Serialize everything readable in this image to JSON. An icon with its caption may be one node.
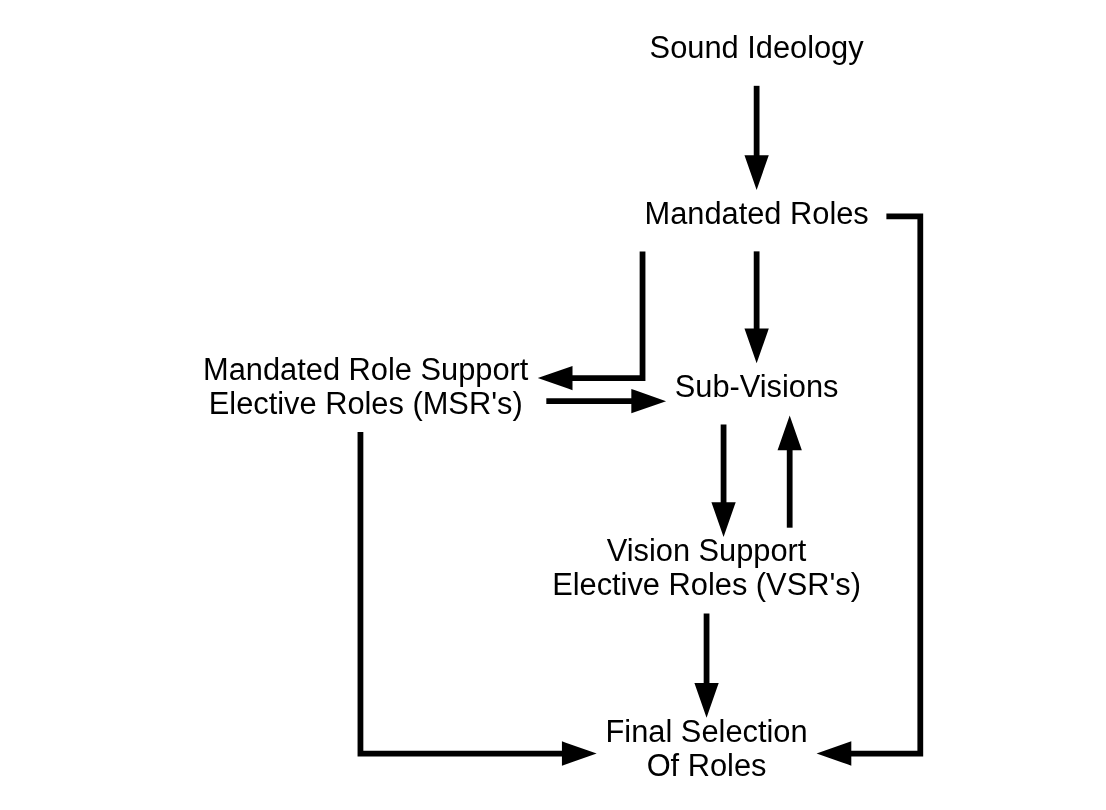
{
  "diagram": {
    "nodes": [
      {
        "text": [
          "Sound Ideology"
        ]
      },
      {
        "text": [
          "Mandated Roles"
        ]
      },
      {
        "text": [
          "Mandated Role Support Elective Roles (MSR's)"
        ]
      },
      {
        "text": [
          "Sub-Visions"
        ]
      },
      {
        "text": [
          "Vision Support Elective Roles (VSR's)"
        ]
      },
      {
        "text": [
          "Final Selection Of Roles"
        ]
      }
    ],
    "edges": [
      {
        "from": 0,
        "to": 1,
        "arrow": "to"
      },
      {
        "from": 1,
        "to": 5,
        "arrow": "to"
      },
      {
        "from": 1,
        "to": 3,
        "arrow": "to"
      },
      {
        "from": 1,
        "to": 2,
        "arrow": "to"
      },
      {
        "from": 2,
        "to": 3,
        "arrow": "to"
      },
      {
        "from": 2,
        "to": 5,
        "arrow": "to"
      },
      {
        "from": 4,
        "to": 3,
        "arrow": "to"
      },
      {
        "from": 3,
        "to": 4,
        "arrow": "to"
      },
      {
        "from": 4,
        "to": 5,
        "arrow": "to"
      }
    ]
  }
}
